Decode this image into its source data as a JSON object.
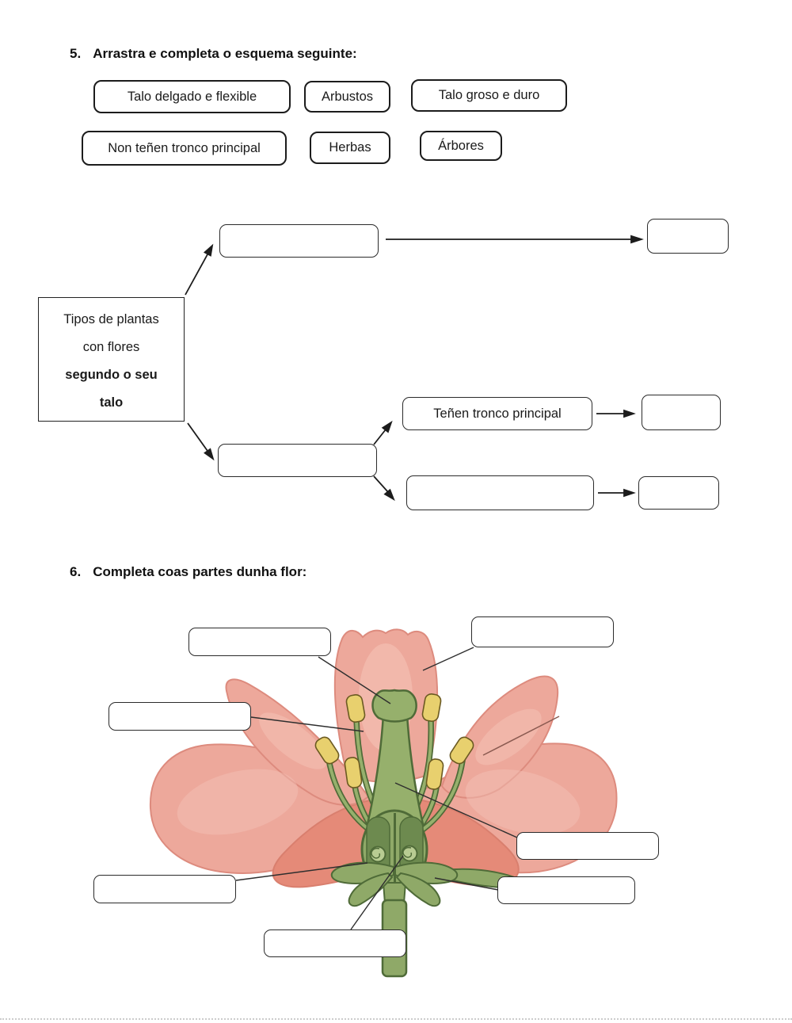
{
  "exercise5": {
    "number": "5.",
    "title": "Arrastra e completa o esquema seguinte:",
    "chips": [
      {
        "label": "Talo delgado e flexible"
      },
      {
        "label": "Arbustos"
      },
      {
        "label": "Talo groso e duro"
      },
      {
        "label": "Non teñen tronco principal"
      },
      {
        "label": "Herbas"
      },
      {
        "label": "Árbores"
      }
    ],
    "scheme": {
      "root_lines": [
        "Tipos de plantas",
        "con flores",
        "segundo o seu",
        "talo"
      ],
      "filled_branch_label": "Teñen tronco principal",
      "blank_slot_count": 6
    }
  },
  "exercise6": {
    "number": "6.",
    "title": "Completa coas partes dunha flor:",
    "blank_label_count": 7
  },
  "colors": {
    "petal_main": "#eda89b",
    "petal_deep": "#e58a78",
    "petal_light": "#f5c4b8",
    "green_main": "#8fa968",
    "green_mid": "#96b06c",
    "green_chamber": "#6d8a4f",
    "green_outline": "#4f6b38",
    "ovule_light": "#b8cc92",
    "anther_yellow": "#e8d06e",
    "connector_line": "#2e2e2e",
    "box_border": "#1c1c1c"
  }
}
